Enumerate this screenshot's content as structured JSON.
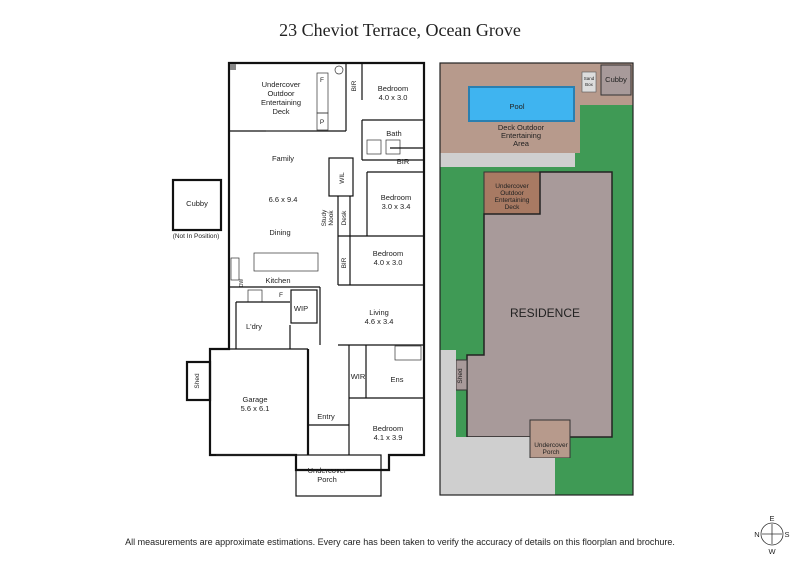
{
  "title": "23 Cheviot Terrace, Ocean Grove",
  "disclaimer": "All measurements are approximate estimations. Every care has been taken to verify the accuracy of details on this floorplan and brochure.",
  "floorplan": {
    "undercover_deck": [
      "Undercover",
      "Outdoor",
      "Entertaining",
      "Deck"
    ],
    "fridge": "F",
    "pantry": "P",
    "bir1": "BIR",
    "bedroom1": [
      "Bedroom",
      "4.0 x 3.0"
    ],
    "bath": "Bath",
    "bir2": "BIR",
    "family": "Family",
    "family_dim": "6.6 x 9.4",
    "dining": "Dining",
    "wil": "WIL",
    "study_nook": [
      "Study",
      "Nook"
    ],
    "desk": "Desk",
    "bedroom2": [
      "Bedroom",
      "3.0 x 3.4"
    ],
    "bir3": "BIR",
    "bedroom3": [
      "Bedroom",
      "4.0 x 3.0"
    ],
    "kitchen": "Kitchen",
    "dw": "DW",
    "fridge2": "F",
    "wip": "WIP",
    "ldry": "L'dry",
    "living": [
      "Living",
      "4.6 x 3.4"
    ],
    "cubby": "Cubby",
    "cubby_note": "(Not In Position)",
    "shed": "Shed",
    "garage": [
      "Garage",
      "5.6 x 6.1"
    ],
    "wir": "WIR",
    "ens": "Ens",
    "entry": "Entry",
    "bedroom4": [
      "Bedroom",
      "4.1 x 3.9"
    ],
    "porch": [
      "Undercover",
      "Porch"
    ]
  },
  "siteplan": {
    "pool": "Pool",
    "sand_box": [
      "Sand",
      "Box"
    ],
    "cubby": "Cubby",
    "deck_outdoor": [
      "Deck Outdoor",
      "Entertaining",
      "Area"
    ],
    "undercover_deck": [
      "Undercover",
      "Outdoor",
      "Entertaining",
      "Deck"
    ],
    "residence": "RESIDENCE",
    "shed": "Shed",
    "porch": [
      "Undercover",
      "Porch"
    ],
    "colors": {
      "lawn": "#3f9a55",
      "residence": "#a89a9a",
      "paving": "#b79a8c",
      "deck": "#a87a63",
      "pool": "#3fb4f0",
      "path": "#cfcfcf"
    }
  },
  "compass": {
    "n": "N",
    "e": "E",
    "s": "S",
    "w": "W"
  }
}
